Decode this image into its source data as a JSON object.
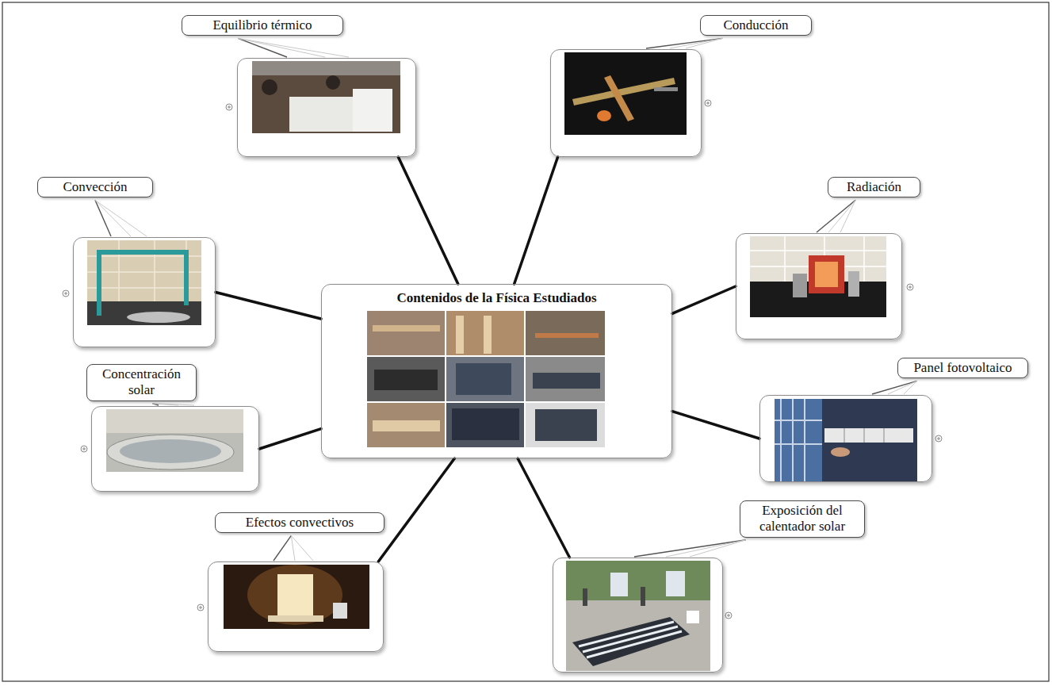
{
  "diagram": {
    "nodes": [
      {
        "text": [
          "Contenidos de la Física Estudiados"
        ]
      },
      {
        "text": [
          "Equilibrio térmico"
        ]
      },
      {
        "text": [
          "Conducción"
        ]
      },
      {
        "text": [
          "Convección"
        ]
      },
      {
        "text": [
          "Radiación"
        ]
      },
      {
        "text": [
          "Concentración solar"
        ]
      },
      {
        "text": [
          "Panel fotovoltaico"
        ]
      },
      {
        "text": [
          "Efectos convectivos"
        ]
      },
      {
        "text": [
          "Exposición del calentador solar"
        ]
      }
    ],
    "edges": [
      {
        "from": 0,
        "to": 1,
        "arrow": "none"
      },
      {
        "from": 0,
        "to": 2,
        "arrow": "none"
      },
      {
        "from": 0,
        "to": 3,
        "arrow": "none"
      },
      {
        "from": 0,
        "to": 4,
        "arrow": "none"
      },
      {
        "from": 0,
        "to": 5,
        "arrow": "none"
      },
      {
        "from": 0,
        "to": 6,
        "arrow": "none"
      },
      {
        "from": 0,
        "to": 7,
        "arrow": "none"
      },
      {
        "from": 0,
        "to": 8,
        "arrow": "none"
      }
    ]
  }
}
